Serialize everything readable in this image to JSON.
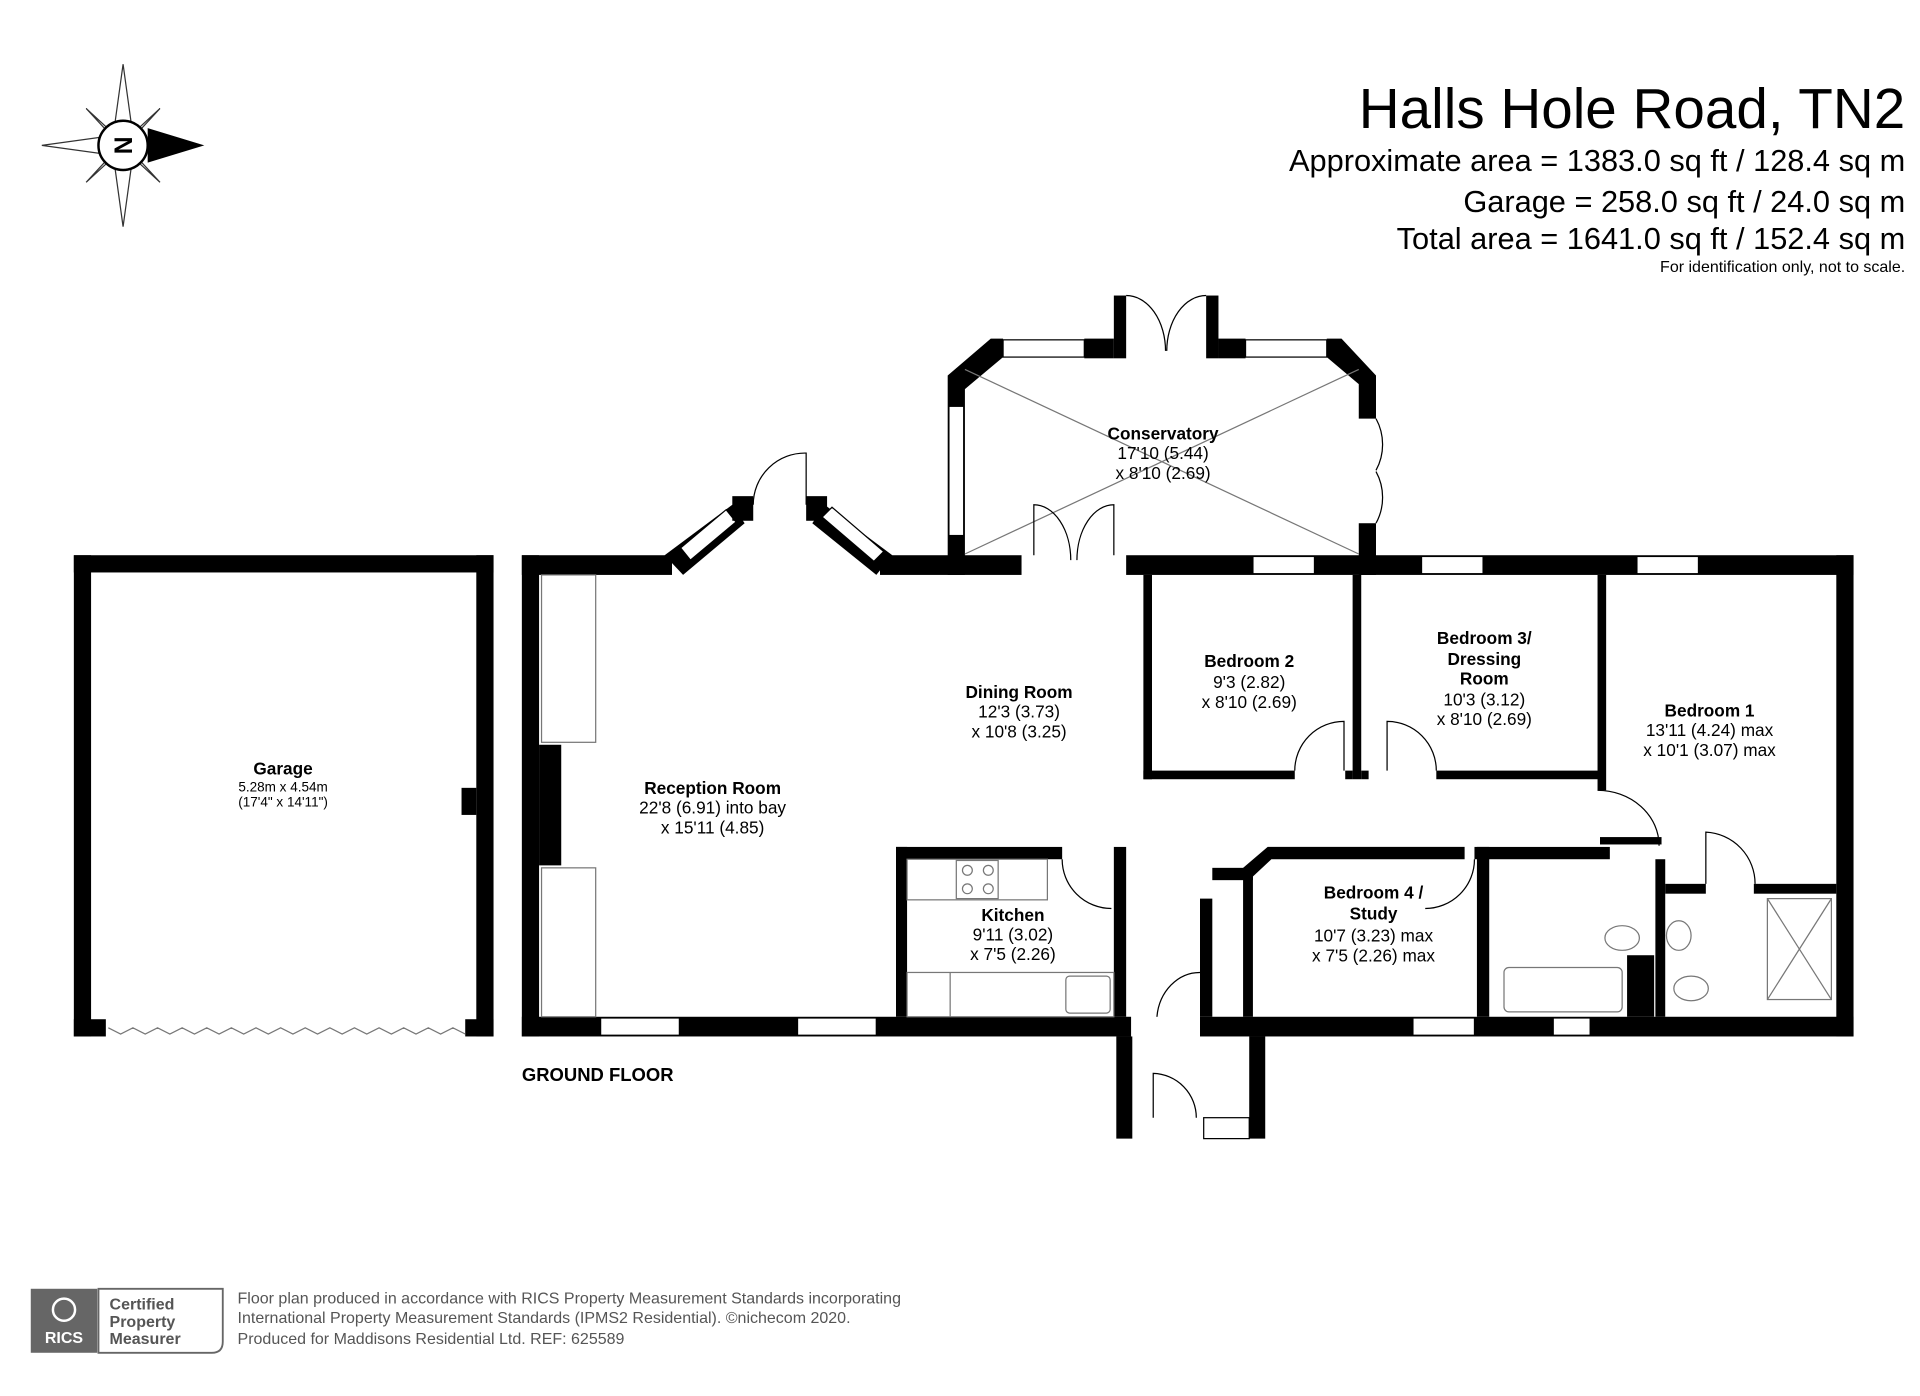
{
  "header": {
    "title": "Halls Hole Road, TN2",
    "approx_area": "Approximate area = 1383.0 sq ft / 128.4 sq m",
    "garage_area": "Garage = 258.0 sq ft / 24.0 sq m",
    "total_area": "Total area = 1641.0 sq ft / 152.4 sq m",
    "disclaimer": "For identification only, not to scale."
  },
  "compass": {
    "label": "N",
    "icon": "compass-icon"
  },
  "floor_label": "GROUND FLOOR",
  "rooms": {
    "garage": {
      "name": "Garage",
      "dim1": "5.28m x 4.54m",
      "dim2": "(17'4\" x 14'11\")"
    },
    "conservatory": {
      "name": "Conservatory",
      "dim1": "17'10 (5.44)",
      "dim2": "x 8'10 (2.69)"
    },
    "dining": {
      "name": "Dining Room",
      "dim1": "12'3 (3.73)",
      "dim2": "x 10'8 (3.25)"
    },
    "reception": {
      "name": "Reception Room",
      "dim1": "22'8 (6.91) into bay",
      "dim2": "x 15'11 (4.85)"
    },
    "bedroom2": {
      "name": "Bedroom 2",
      "dim1": "9'3 (2.82)",
      "dim2": "x 8'10 (2.69)"
    },
    "bedroom3": {
      "name1": "Bedroom 3/",
      "name2": "Dressing",
      "name3": "Room",
      "dim1": "10'3 (3.12)",
      "dim2": "x 8'10 (2.69)"
    },
    "bedroom1": {
      "name": "Bedroom 1",
      "dim1": "13'11 (4.24) max",
      "dim2": "x 10'1 (3.07) max"
    },
    "kitchen": {
      "name": "Kitchen",
      "dim1": "9'11 (3.02)",
      "dim2": "x 7'5 (2.26)"
    },
    "bedroom4": {
      "name1": "Bedroom 4 /",
      "name2": "Study",
      "dim1": "10'7 (3.23) max",
      "dim2": "x 7'5 (2.26)  max"
    }
  },
  "footer": {
    "badge_logo": "RICS",
    "badge_line1": "Certified",
    "badge_line2": "Property",
    "badge_line3": "Measurer",
    "line1": "Floor plan produced in accordance with RICS Property Measurement Standards incorporating",
    "line2": "International Property Measurement Standards (IPMS2 Residential).   ©nichecom 2020.",
    "line3": "Produced for Maddisons Residential Ltd.   REF:  625589"
  }
}
